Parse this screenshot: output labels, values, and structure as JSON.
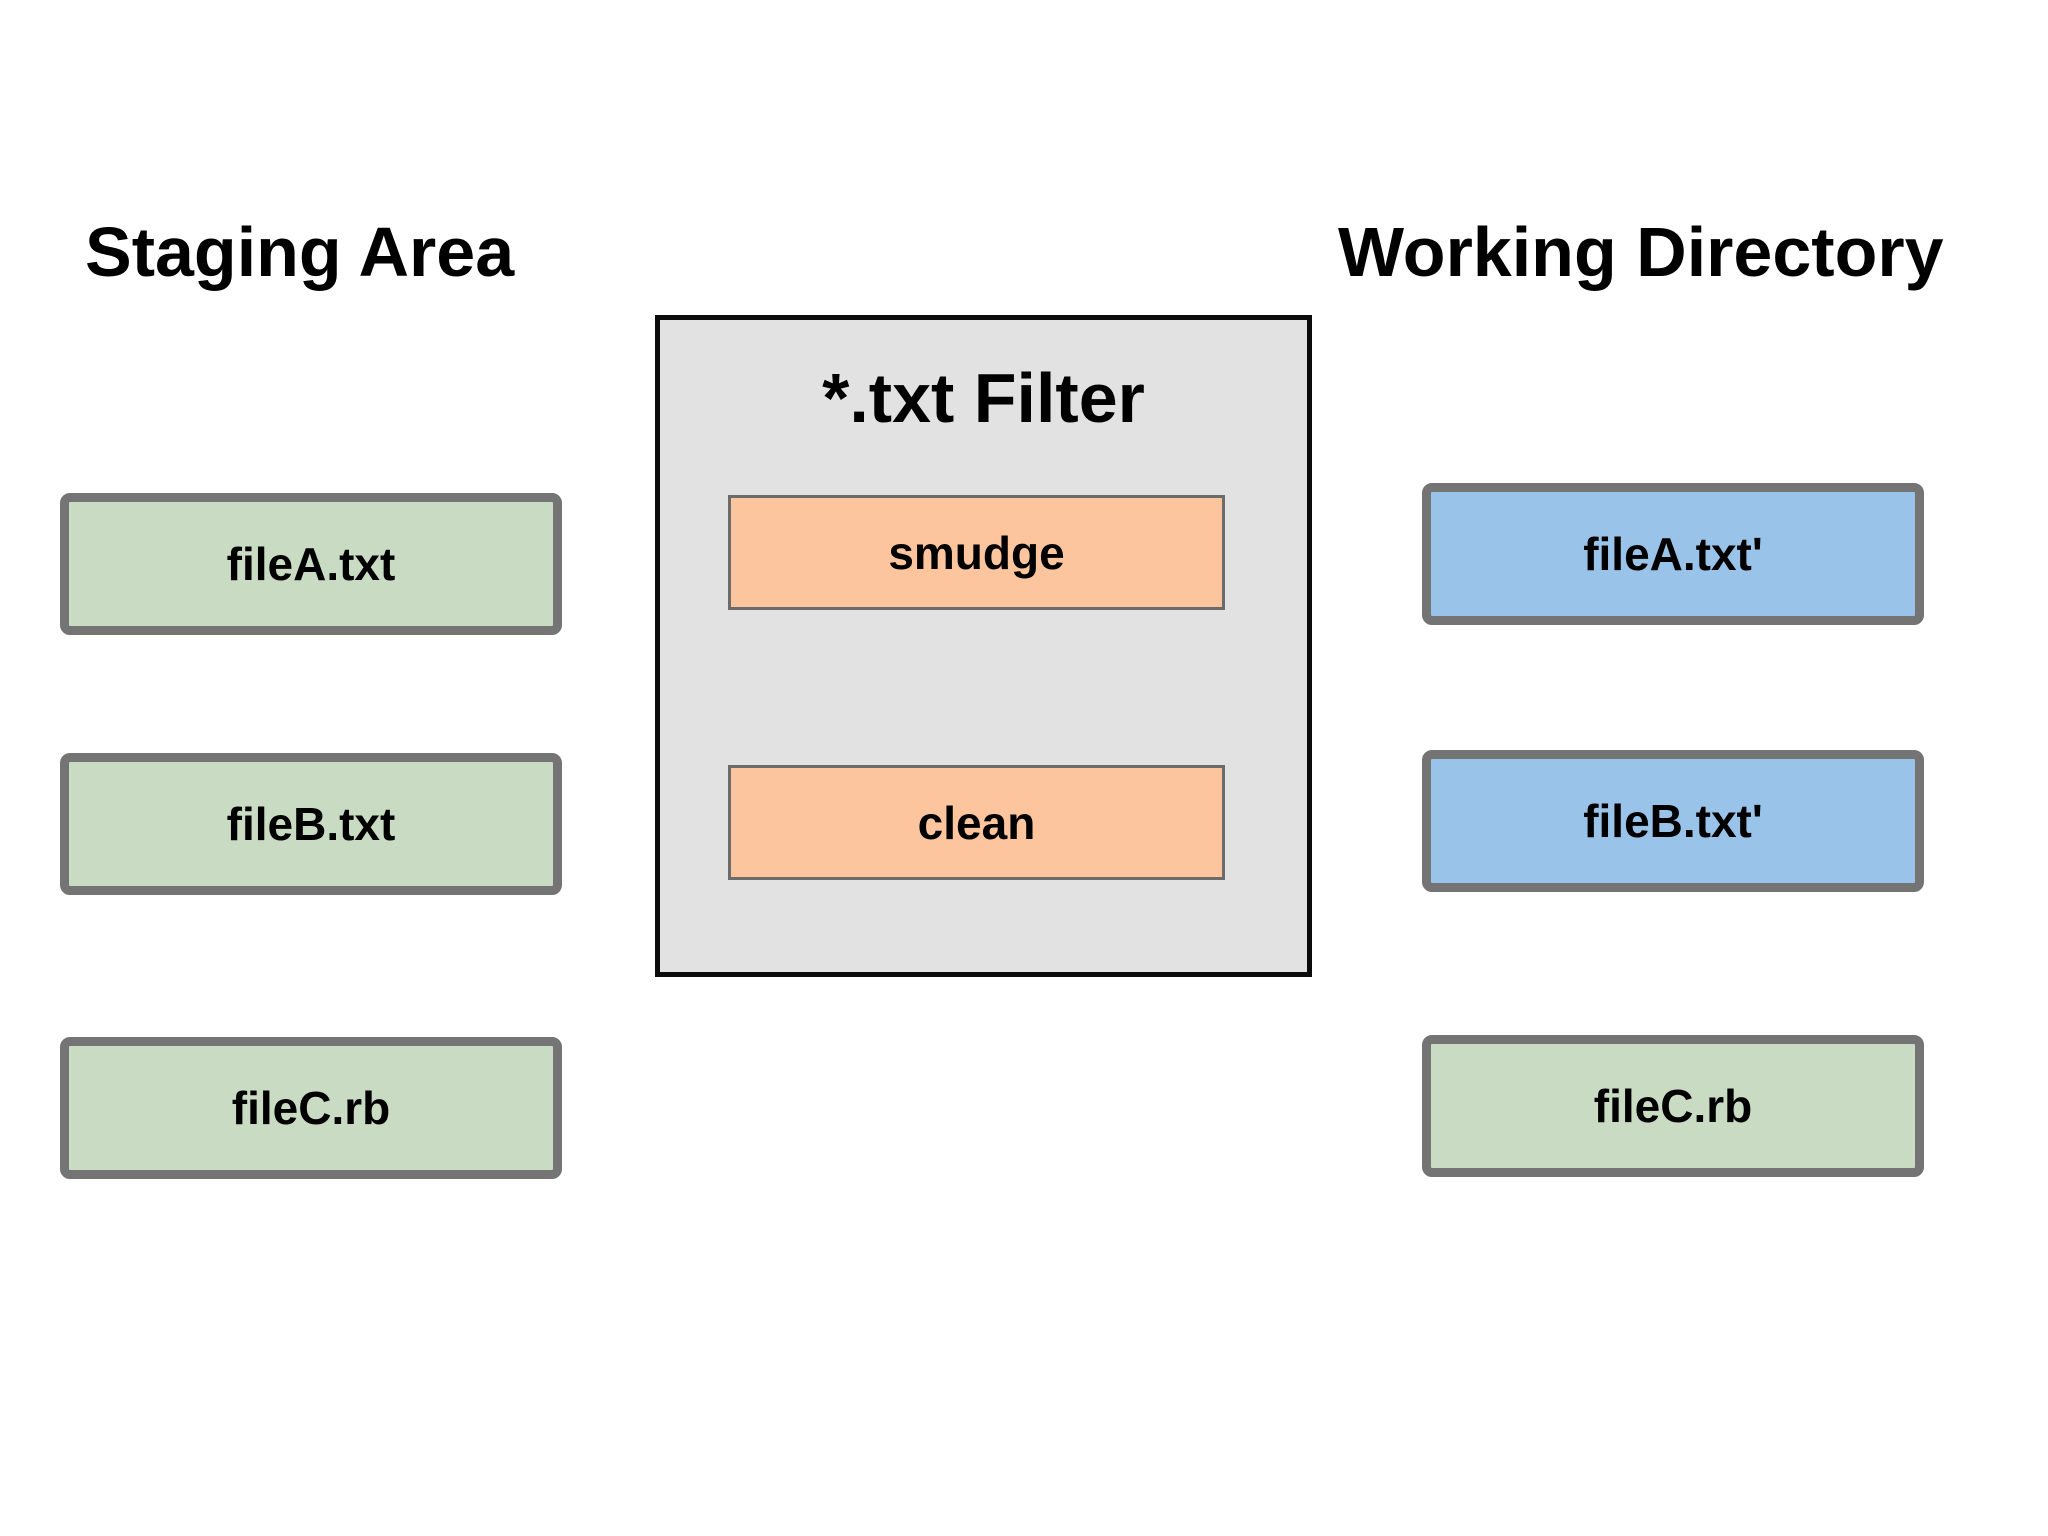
{
  "diagram": {
    "left_heading": "Staging Area",
    "right_heading": "Working Directory",
    "filter": {
      "title": "*.txt Filter",
      "steps": [
        {
          "label": "smudge"
        },
        {
          "label": "clean"
        }
      ]
    },
    "staging_files": [
      {
        "label": "fileA.txt",
        "color_role": "staged_file"
      },
      {
        "label": "fileB.txt",
        "color_role": "staged_file"
      },
      {
        "label": "fileC.rb",
        "color_role": "staged_file"
      }
    ],
    "working_files": [
      {
        "label": "fileA.txt'",
        "color_role": "filtered_file"
      },
      {
        "label": "fileB.txt'",
        "color_role": "filtered_file"
      },
      {
        "label": "fileC.rb",
        "color_role": "staged_file"
      }
    ],
    "colors": {
      "staged_file": "#c9dcc3",
      "filtered_file": "#9ac3ea",
      "filter_step": "#fdc59d",
      "filter_bg": "#e2e2e2",
      "filter_border": "#0b0b0b",
      "step_border": "#6b6b6b",
      "box_border": "#747474"
    }
  }
}
